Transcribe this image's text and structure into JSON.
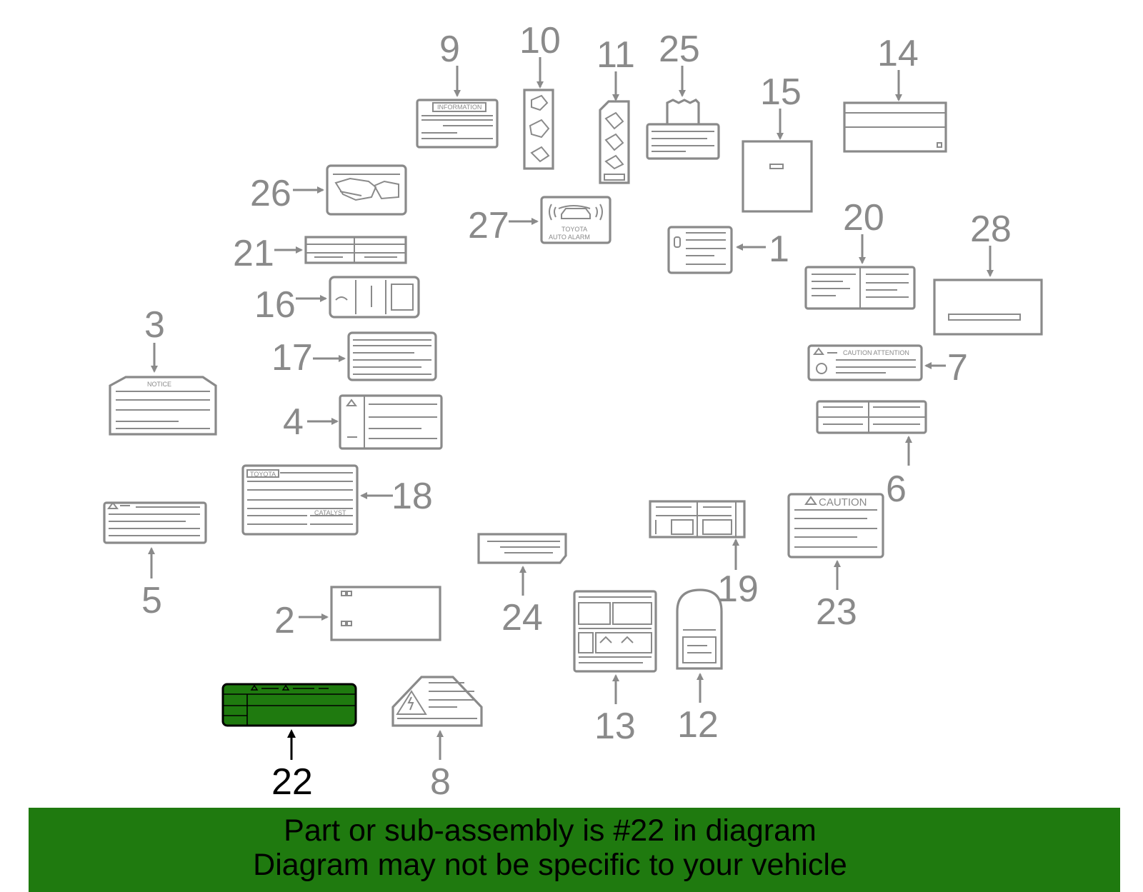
{
  "callouts": {
    "n1": "1",
    "n2": "2",
    "n3": "3",
    "n4": "4",
    "n5": "5",
    "n6": "6",
    "n7": "7",
    "n8": "8",
    "n9": "9",
    "n10": "10",
    "n11": "11",
    "n12": "12",
    "n13": "13",
    "n14": "14",
    "n15": "15",
    "n16": "16",
    "n17": "17",
    "n18": "18",
    "n19": "19",
    "n20": "20",
    "n21": "21",
    "n22": "22",
    "n23": "23",
    "n24": "24",
    "n25": "25",
    "n26": "26",
    "n27": "27",
    "n28": "28"
  },
  "label_text": {
    "information": "INFORMATION",
    "toyota_alarm_1": "TOYOTA",
    "toyota_alarm_2": "AUTO ALARM",
    "caution_attention": "CAUTION ATTENTION",
    "caution": "CAUTION",
    "notice": "NOTICE",
    "toyota": "TOYOTA",
    "catalyst": "CATALYST"
  },
  "highlight": {
    "part": "22",
    "color": "#1f7a0f"
  },
  "banner": {
    "line1": "Part or sub-assembly is #22 in diagram",
    "line2": "Diagram may not be specific to your vehicle",
    "color": "#1f7a0f"
  }
}
